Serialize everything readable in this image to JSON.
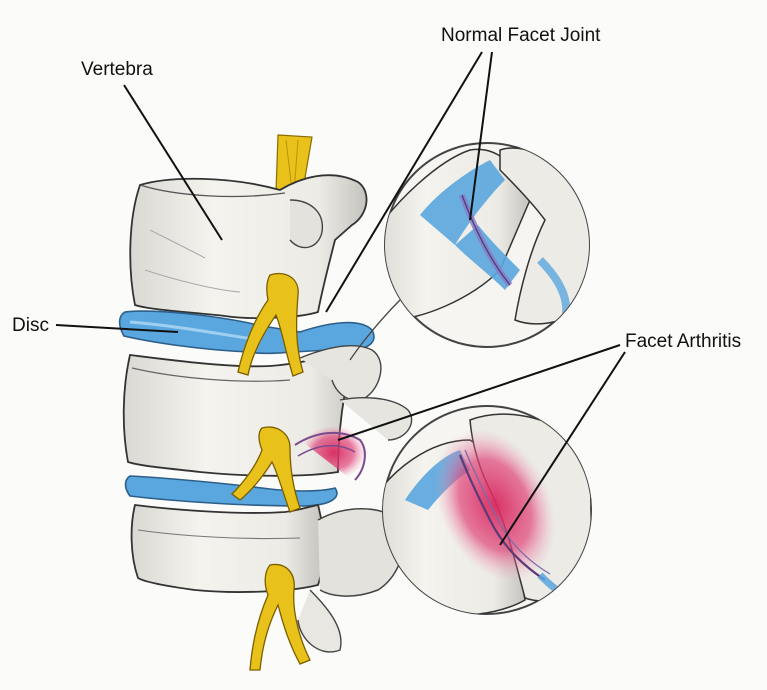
{
  "labels": {
    "vertebra": "Vertebra",
    "disc": "Disc",
    "normal_facet_joint": "Normal Facet Joint",
    "facet_arthritis": "Facet Arthritis"
  },
  "colors": {
    "bone": "#f2f1ec",
    "bone_shadow": "#b9b8b2",
    "disc": "#5aa6de",
    "nerve": "#e8c21a",
    "inflammation": "#d8285e",
    "cartilage": "#8a7cc4",
    "line": "#111111"
  }
}
